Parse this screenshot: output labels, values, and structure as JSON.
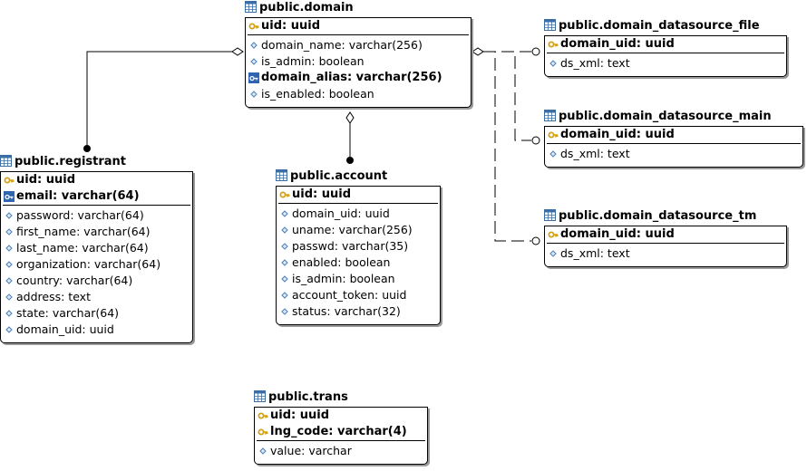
{
  "entities": {
    "domain": {
      "title": "public.domain",
      "keys": [
        {
          "text": "uid: uuid",
          "icon": "key-icon"
        }
      ],
      "cols": [
        {
          "text": "domain_name: varchar(256)",
          "icon": "diamond-icon",
          "bold": false
        },
        {
          "text": "is_admin: boolean",
          "icon": "diamond-icon",
          "bold": false
        },
        {
          "text": "domain_alias: varchar(256)",
          "icon": "unique-key-icon",
          "bold": true
        },
        {
          "text": "is_enabled: boolean",
          "icon": "diamond-icon",
          "bold": false
        }
      ]
    },
    "ds_file": {
      "title": "public.domain_datasource_file",
      "keys": [
        {
          "text": "domain_uid: uuid",
          "icon": "key-icon"
        }
      ],
      "cols": [
        {
          "text": "ds_xml: text",
          "icon": "diamond-icon",
          "bold": false
        }
      ]
    },
    "ds_main": {
      "title": "public.domain_datasource_main",
      "keys": [
        {
          "text": "domain_uid: uuid",
          "icon": "key-icon"
        }
      ],
      "cols": [
        {
          "text": "ds_xml: text",
          "icon": "diamond-icon",
          "bold": false
        }
      ]
    },
    "ds_tm": {
      "title": "public.domain_datasource_tm",
      "keys": [
        {
          "text": "domain_uid: uuid",
          "icon": "key-icon"
        }
      ],
      "cols": [
        {
          "text": "ds_xml: text",
          "icon": "diamond-icon",
          "bold": false
        }
      ]
    },
    "registrant": {
      "title": "public.registrant",
      "keys": [
        {
          "text": "uid: uuid",
          "icon": "key-icon"
        },
        {
          "text": "email: varchar(64)",
          "icon": "unique-key-icon"
        }
      ],
      "cols": [
        {
          "text": "password: varchar(64)",
          "icon": "diamond-icon",
          "bold": false
        },
        {
          "text": "first_name: varchar(64)",
          "icon": "diamond-icon",
          "bold": false
        },
        {
          "text": "last_name: varchar(64)",
          "icon": "diamond-icon",
          "bold": false
        },
        {
          "text": "organization: varchar(64)",
          "icon": "diamond-icon",
          "bold": false
        },
        {
          "text": "country: varchar(64)",
          "icon": "diamond-icon",
          "bold": false
        },
        {
          "text": "address: text",
          "icon": "diamond-icon",
          "bold": false
        },
        {
          "text": "state: varchar(64)",
          "icon": "diamond-icon",
          "bold": false
        },
        {
          "text": "domain_uid: uuid",
          "icon": "diamond-icon",
          "bold": false
        }
      ]
    },
    "account": {
      "title": "public.account",
      "keys": [
        {
          "text": "uid: uuid",
          "icon": "key-icon"
        }
      ],
      "cols": [
        {
          "text": "domain_uid: uuid",
          "icon": "diamond-icon",
          "bold": false
        },
        {
          "text": "uname: varchar(256)",
          "icon": "diamond-icon",
          "bold": false
        },
        {
          "text": "passwd: varchar(35)",
          "icon": "diamond-icon",
          "bold": false
        },
        {
          "text": "enabled: boolean",
          "icon": "diamond-icon",
          "bold": false
        },
        {
          "text": "is_admin: boolean",
          "icon": "diamond-icon",
          "bold": false
        },
        {
          "text": "account_token: uuid",
          "icon": "diamond-icon",
          "bold": false
        },
        {
          "text": "status: varchar(32)",
          "icon": "diamond-icon",
          "bold": false
        }
      ]
    },
    "trans": {
      "title": "public.trans",
      "keys": [
        {
          "text": "uid: uuid",
          "icon": "key-icon"
        },
        {
          "text": "lng_code: varchar(4)",
          "icon": "key-icon"
        }
      ],
      "cols": [
        {
          "text": "value: varchar",
          "icon": "diamond-icon",
          "bold": false
        }
      ]
    }
  },
  "colors": {
    "key": "#d4a017",
    "diamond": "#4a7fb5",
    "unique": "#2f64b0",
    "shadow": "#9a9a9a"
  }
}
